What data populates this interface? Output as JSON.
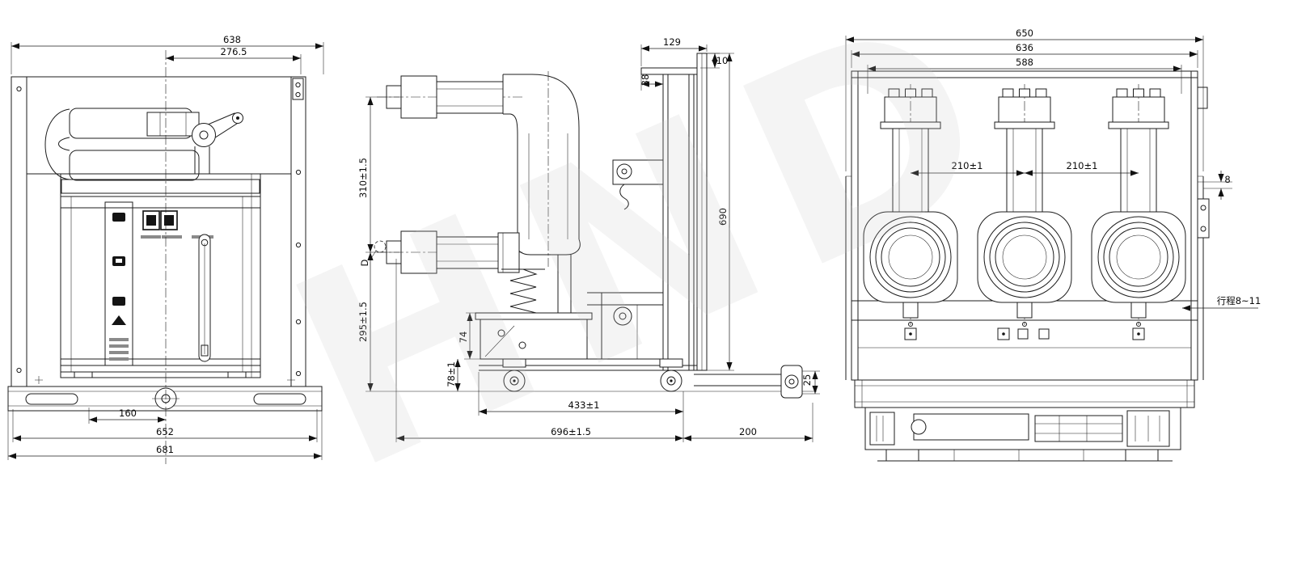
{
  "dims": {
    "front": {
      "overall_width": "638",
      "upper_width": "276.5",
      "slot_pitch": "160",
      "base_width": "652",
      "total_width": "681"
    },
    "side": {
      "top_width": "129",
      "panel_offset": "38",
      "top_step": "10",
      "bushing_pitch": "310±1.5",
      "lower_section": "295±1.5",
      "hole_diameter": "D",
      "mech_height": "74",
      "chassis_height": "78±1",
      "wheel_base": "433±1",
      "overall_depth": "696±1.5",
      "rear_extension": "200",
      "panel_height": "690",
      "hook_offset": "25"
    },
    "rear": {
      "overall_width": "650",
      "frame_width": "636",
      "mounting_width": "588",
      "pole_pitch_left": "210±1",
      "pole_pitch_right": "210±1",
      "side_gap": "8",
      "contact_travel": "行程8~11"
    }
  },
  "watermark": "HND"
}
